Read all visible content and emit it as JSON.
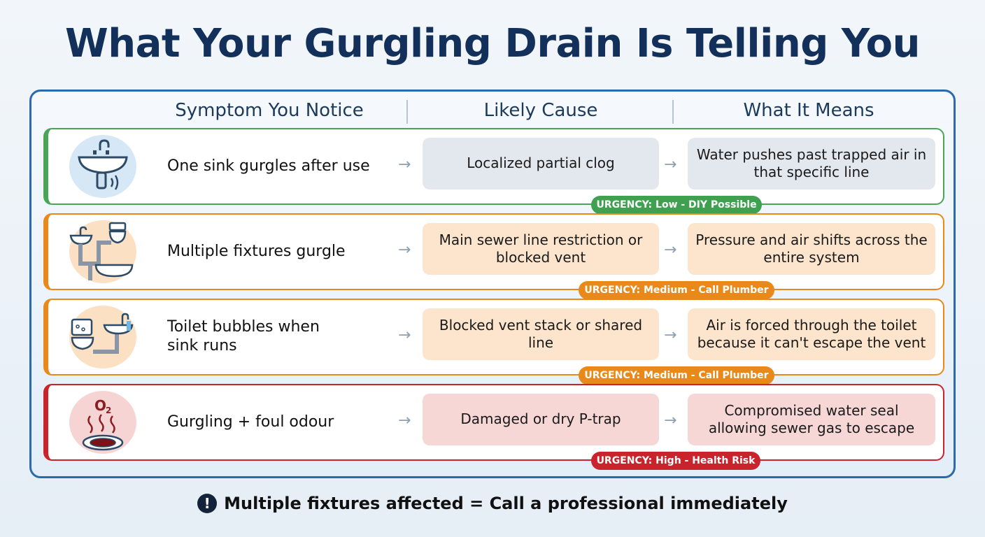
{
  "title": "What Your Gurgling Drain Is Telling You",
  "headers": {
    "symptom": "Symptom You Notice",
    "cause": "Likely Cause",
    "means": "What It Means"
  },
  "colors": {
    "low": "#3fa14f",
    "medium": "#e8891a",
    "high": "#c9242b",
    "title": "#13305a",
    "panel_border": "#2a6aad"
  },
  "rows": [
    {
      "icon": "sink-icon",
      "symptom": "One sink gurgles after use",
      "cause": "Localized partial clog",
      "means": "Water pushes past trapped air in that specific line",
      "urgency": "URGENCY: Low - DIY Possible",
      "level": "low"
    },
    {
      "icon": "multiple-fixtures-icon",
      "symptom": "Multiple fixtures gurgle",
      "cause": "Main sewer line restriction or blocked vent",
      "means": "Pressure and air shifts across the entire system",
      "urgency": "URGENCY: Medium - Call Plumber",
      "level": "medium"
    },
    {
      "icon": "toilet-sink-icon",
      "symptom": "Toilet bubbles when sink runs",
      "cause": "Blocked vent stack or shared line",
      "means": "Air is forced through the toilet because it can't escape the vent",
      "urgency": "URGENCY: Medium - Call Plumber",
      "level": "medium"
    },
    {
      "icon": "foul-odour-drain-icon",
      "symptom": "Gurgling + foul odour",
      "cause": "Damaged or dry P-trap",
      "means": "Compromised water seal allowing sewer gas to escape",
      "urgency": "URGENCY: High - Health Risk",
      "level": "high"
    }
  ],
  "arrow": "→",
  "footer": {
    "icon": "!",
    "text": "Multiple fixtures affected = Call a professional immediately"
  }
}
